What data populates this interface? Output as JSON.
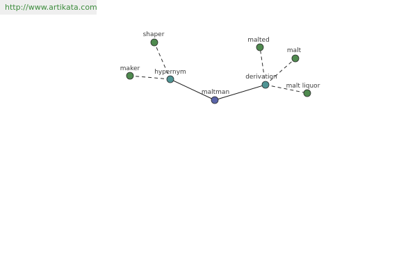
{
  "header": {
    "url": "http://www.artikata.com"
  },
  "graph": {
    "colors": {
      "center": "#5a64a8",
      "relation": "#4f9494",
      "leaf": "#4f8a4f",
      "stroke": "#2a2a2a"
    },
    "nodes": {
      "center": {
        "label": "maltman",
        "kind": "center"
      },
      "hypernym": {
        "label": "hypernym",
        "kind": "relation"
      },
      "derivation": {
        "label": "derivation",
        "kind": "relation"
      },
      "shaper": {
        "label": "shaper",
        "kind": "leaf"
      },
      "maker": {
        "label": "maker",
        "kind": "leaf"
      },
      "malted": {
        "label": "malted",
        "kind": "leaf"
      },
      "malt": {
        "label": "malt",
        "kind": "leaf"
      },
      "malt_liquor": {
        "label": "malt liquor",
        "kind": "leaf"
      }
    },
    "edges": [
      {
        "from": "center",
        "to": "hypernym",
        "style": "solid"
      },
      {
        "from": "center",
        "to": "derivation",
        "style": "solid"
      },
      {
        "from": "hypernym",
        "to": "shaper",
        "style": "dashed"
      },
      {
        "from": "hypernym",
        "to": "maker",
        "style": "dashed"
      },
      {
        "from": "derivation",
        "to": "malted",
        "style": "dashed"
      },
      {
        "from": "derivation",
        "to": "malt",
        "style": "dashed"
      },
      {
        "from": "derivation",
        "to": "malt_liquor",
        "style": "dashed"
      }
    ]
  }
}
